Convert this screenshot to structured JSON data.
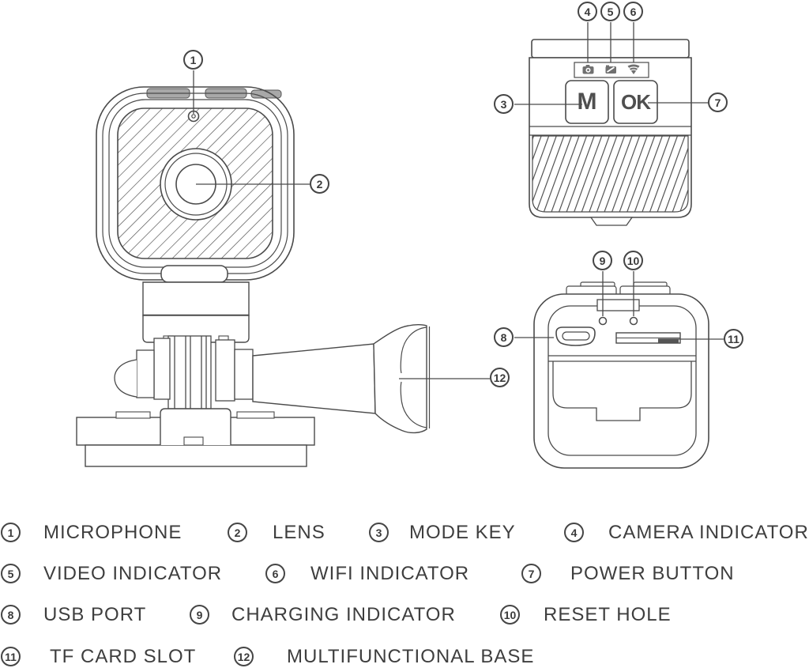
{
  "document": {
    "type": "action-camera parts diagram"
  },
  "camera": {
    "mode_button": "M",
    "ok_button": "OK"
  },
  "callouts": [
    {
      "num": "1",
      "part": "microphone"
    },
    {
      "num": "2",
      "part": "lens"
    },
    {
      "num": "3",
      "part": "mode-key"
    },
    {
      "num": "4",
      "part": "camera-indicator"
    },
    {
      "num": "5",
      "part": "video-indicator"
    },
    {
      "num": "6",
      "part": "wifi-indicator"
    },
    {
      "num": "7",
      "part": "power-button"
    },
    {
      "num": "8",
      "part": "usb-port"
    },
    {
      "num": "9",
      "part": "charging-indicator"
    },
    {
      "num": "10",
      "part": "reset-hole"
    },
    {
      "num": "11",
      "part": "tf-card-slot"
    },
    {
      "num": "12",
      "part": "multifunctional-base"
    }
  ],
  "legend": {
    "items": [
      {
        "num": "1",
        "label": "MICROPHONE"
      },
      {
        "num": "2",
        "label": "LENS"
      },
      {
        "num": "3",
        "label": "MODE KEY"
      },
      {
        "num": "4",
        "label": "CAMERA INDICATOR"
      },
      {
        "num": "5",
        "label": "VIDEO INDICATOR"
      },
      {
        "num": "6",
        "label": "WIFI INDICATOR"
      },
      {
        "num": "7",
        "label": "POWER BUTTON"
      },
      {
        "num": "8",
        "label": "USB PORT"
      },
      {
        "num": "9",
        "label": "CHARGING INDICATOR"
      },
      {
        "num": "10",
        "label": "RESET HOLE"
      },
      {
        "num": "11",
        "label": "TF CARD SLOT"
      },
      {
        "num": "12",
        "label": "MULTIFUNCTIONAL BASE"
      }
    ]
  },
  "icons": [
    "photo-mode-icon",
    "video-mode-icon",
    "wifi-icon"
  ],
  "colors": {
    "line": "#4a4a4a",
    "text": "#3e3e3e",
    "icon_fill": "#707070",
    "tab_fill": "#a8a8a8",
    "background": "#ffffff"
  }
}
